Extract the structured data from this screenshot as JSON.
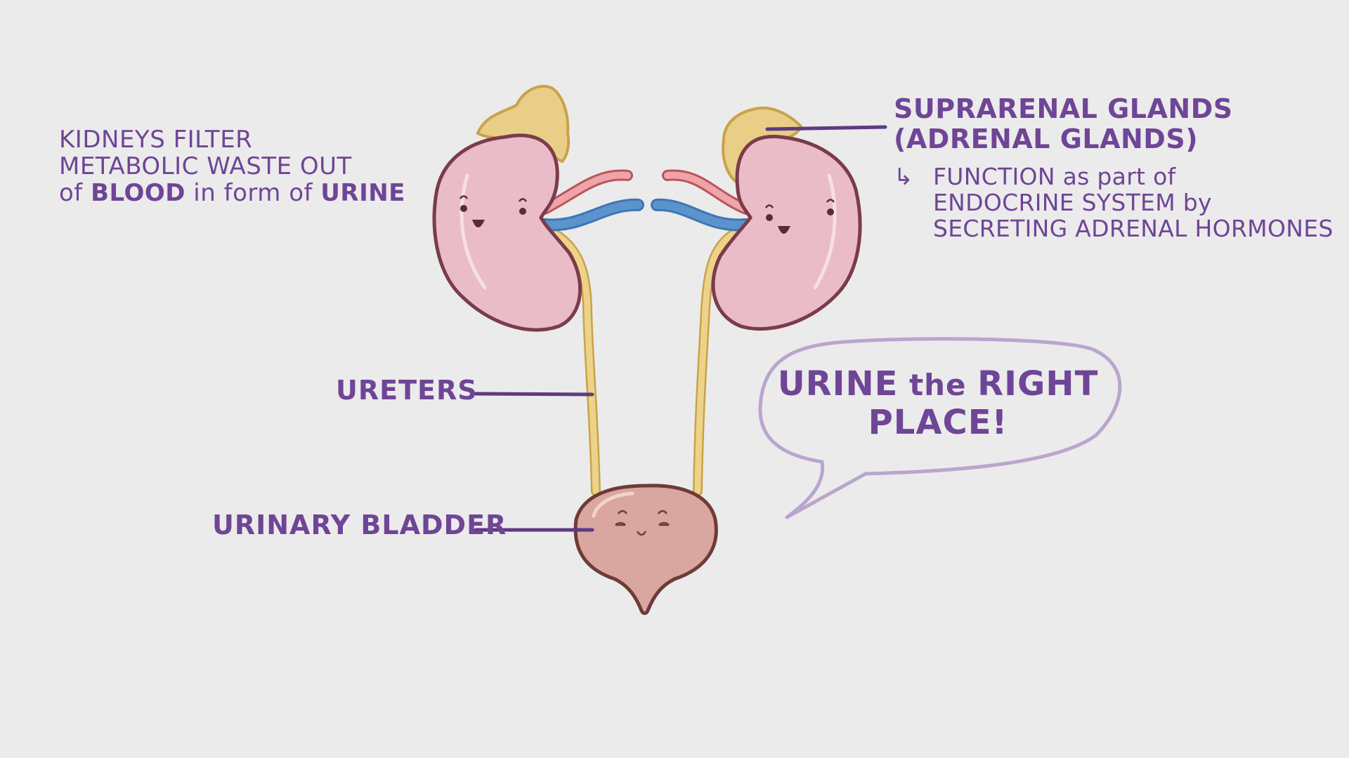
{
  "colors": {
    "background": "#ebebeb",
    "text_purple": "#6f4597",
    "bubble_outline": "#b9a6cc",
    "kidney_fill": "#e6b8c4",
    "kidney_outline": "#7b3b4a",
    "adrenal_fill": "#e8ce86",
    "artery_red": "#eaa0a4",
    "vein_blue": "#5b8fc9",
    "ureter_yellow": "#e9cc7c",
    "bladder_fill": "#d9a79f"
  },
  "kidney_note": {
    "lines": [
      {
        "parts": [
          {
            "text": "KIDNEYS FILTER",
            "style": "thin"
          }
        ]
      },
      {
        "parts": [
          {
            "text": "METABOLIC WASTE OUT",
            "style": "thin"
          }
        ]
      },
      {
        "parts": [
          {
            "text": "of ",
            "style": "lower"
          },
          {
            "text": "BLOOD",
            "style": "bold"
          },
          {
            "text": " in form of ",
            "style": "lower"
          },
          {
            "text": "URINE",
            "style": "bold"
          }
        ]
      }
    ]
  },
  "adrenal_label": {
    "title_line1": "SUPRARENAL GLANDS",
    "title_line2": "(ADRENAL GLANDS)",
    "arrow_icon": "↳",
    "function_line1_a": "FUNCTION",
    "function_line1_b": " as part of",
    "function_line2_a": "ENDOCRINE SYSTEM",
    "function_line2_b": " by",
    "function_line3": "SECRETING ADRENAL HORMONES"
  },
  "ureters_label": "URETERS",
  "bladder_label": "URINARY BLADDER",
  "speech_bubble": {
    "line1_a": "URINE",
    "line1_b": " the ",
    "line1_c": "RIGHT",
    "line2": "PLACE!"
  }
}
